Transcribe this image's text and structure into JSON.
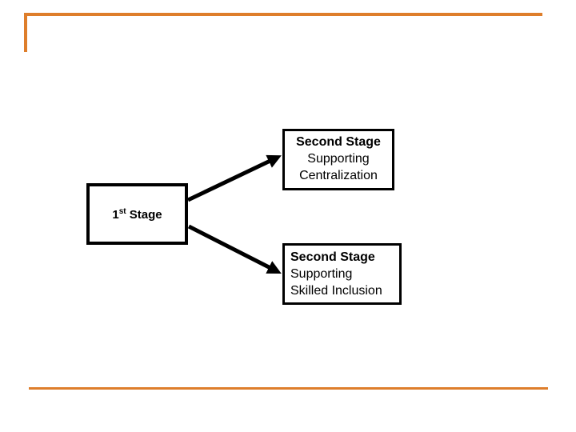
{
  "slide": {
    "background_color": "#ffffff",
    "accent_color": "#DE7E2B",
    "shape_border_color": "#000000",
    "text_color": "#000000"
  },
  "diagram": {
    "stage1": {
      "number": "1",
      "ordinal": "st",
      "word": "Stage"
    },
    "stage2_top": {
      "title": "Second Stage",
      "line2": "Supporting",
      "line3": "Centralization"
    },
    "stage2_bottom": {
      "title": "Second Stage",
      "line2": "Supporting",
      "line3": "Skilled Inclusion"
    }
  }
}
